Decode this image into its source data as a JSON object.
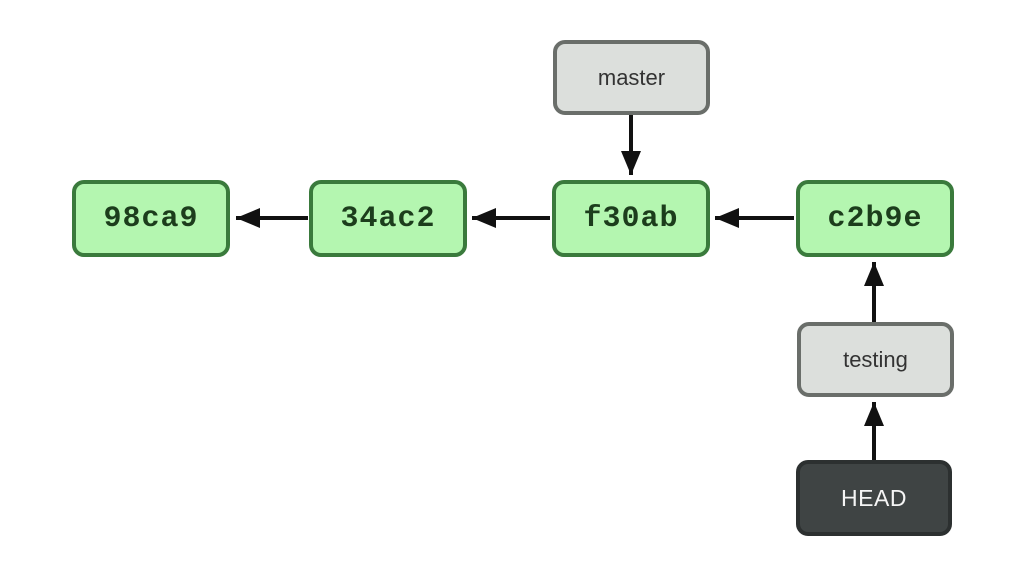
{
  "diagram": {
    "type": "git-commit-graph",
    "commits": [
      {
        "label": "98ca9"
      },
      {
        "label": "34ac2"
      },
      {
        "label": "f30ab"
      },
      {
        "label": "c2b9e"
      }
    ],
    "branches": [
      {
        "label": "master",
        "points_to": "f30ab"
      },
      {
        "label": "testing",
        "points_to": "c2b9e"
      }
    ],
    "head": {
      "label": "HEAD",
      "points_to": "testing"
    },
    "edges": [
      {
        "from": "34ac2",
        "to": "98ca9",
        "direction": "left"
      },
      {
        "from": "f30ab",
        "to": "34ac2",
        "direction": "left"
      },
      {
        "from": "c2b9e",
        "to": "f30ab",
        "direction": "left"
      },
      {
        "from": "master",
        "to": "f30ab",
        "direction": "down"
      },
      {
        "from": "testing",
        "to": "c2b9e",
        "direction": "up"
      },
      {
        "from": "HEAD",
        "to": "testing",
        "direction": "up"
      }
    ],
    "colors": {
      "commit_fill": "#b4f6b0",
      "commit_border": "#3a7a3c",
      "commit_text": "#1c3d1c",
      "branch_fill": "#dcdfdc",
      "branch_border": "#6a6e6a",
      "branch_text": "#333333",
      "head_fill": "#3f4444",
      "head_border": "#2c3030",
      "head_text": "#f5f5f5",
      "arrow": "#111111",
      "background": "#ffffff"
    }
  }
}
